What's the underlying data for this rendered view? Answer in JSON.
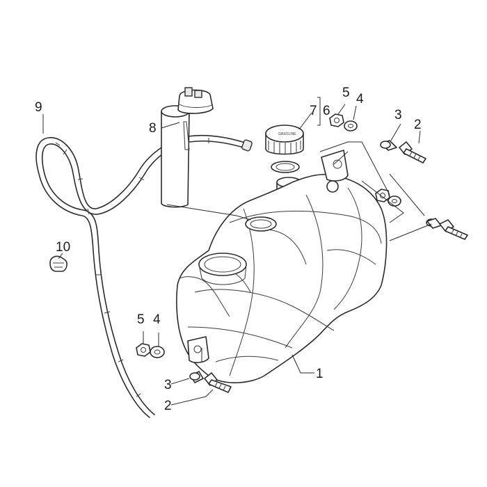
{
  "callouts": {
    "c1": "1",
    "c2a": "2",
    "c2b": "2",
    "c3a": "3",
    "c3b": "3",
    "c4a": "4",
    "c4b": "4",
    "c5a": "5",
    "c5b": "5",
    "c6": "6",
    "c7": "7",
    "c8": "8",
    "c9": "9",
    "c10": "10"
  },
  "cap_text": "GASOLINE"
}
